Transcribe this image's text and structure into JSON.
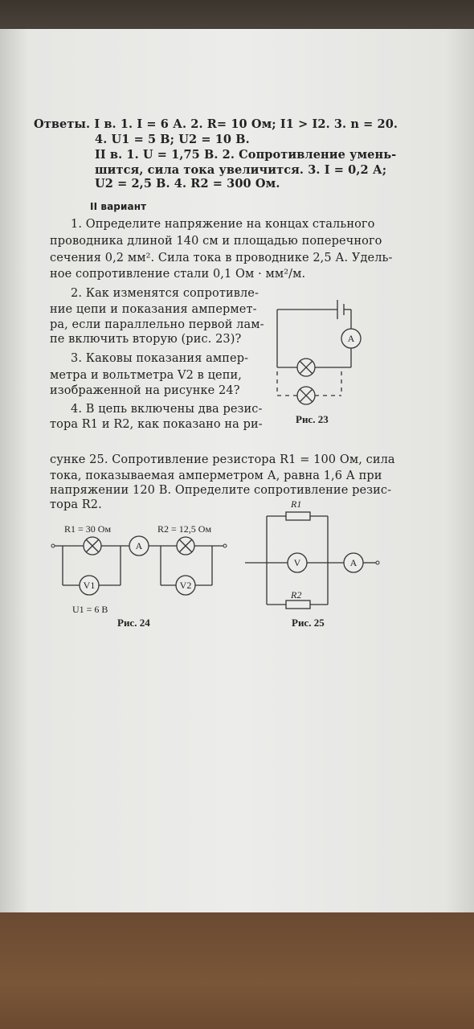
{
  "answers": {
    "lines": [
      "Ответы. I в. 1. I = 6 А. 2. R= 10 Ом; I1 > I2. 3. n = 20.",
      "4. U1 = 5 В; U2 = 10 В.",
      "II в. 1. U = 1,75 В. 2. Сопротивление умень-",
      "шится, сила тока увеличится. 3. I = 0,2 А;",
      "U2 = 2,5 В. 4. R2 = 300 Ом."
    ]
  },
  "variant_heading": "II вариант",
  "problems": {
    "p1": [
      "1. Определите напряжение на концах стального",
      "проводника длиной 140 см и площадью поперечного",
      "сечения 0,2 мм². Сила тока в проводнике 2,5 А. Удель-",
      "ное сопротивление стали 0,1 Ом · мм²/м."
    ],
    "p2": [
      "2. Как изменятся сопротивле-",
      "ние цепи и показания ампермет-",
      "ра, если параллельно первой лам-",
      "пе включить вторую (рис. 23)?"
    ],
    "p3": [
      "3. Каковы показания ампер-",
      "метра и вольтметра V2 в цепи,",
      "изображенной на рисунке 24?"
    ],
    "p4": [
      "4. В цепь включены два резис-",
      "тора R1 и R2, как показано на ри-",
      "сунке 25. Сопротивление резистора R1 = 100 Ом, сила",
      "тока, показываемая амперметром А, равна 1,6 А при",
      "напряжении 120 В. Определите сопротивление резис-",
      "тора R2."
    ]
  },
  "figures": {
    "fig23": {
      "caption": "Рис. 23",
      "ammeter": "A"
    },
    "fig24": {
      "caption": "Рис. 24",
      "r1": "R1 = 30 Ом",
      "r2": "R2 = 12,5 Ом",
      "ammeter": "A",
      "v1": "V1",
      "v2": "V2",
      "u1": "U1 = 6 В"
    },
    "fig25": {
      "caption": "Рис. 25",
      "r1": "R1",
      "r2": "R2",
      "voltmeter": "V",
      "ammeter": "A"
    }
  }
}
